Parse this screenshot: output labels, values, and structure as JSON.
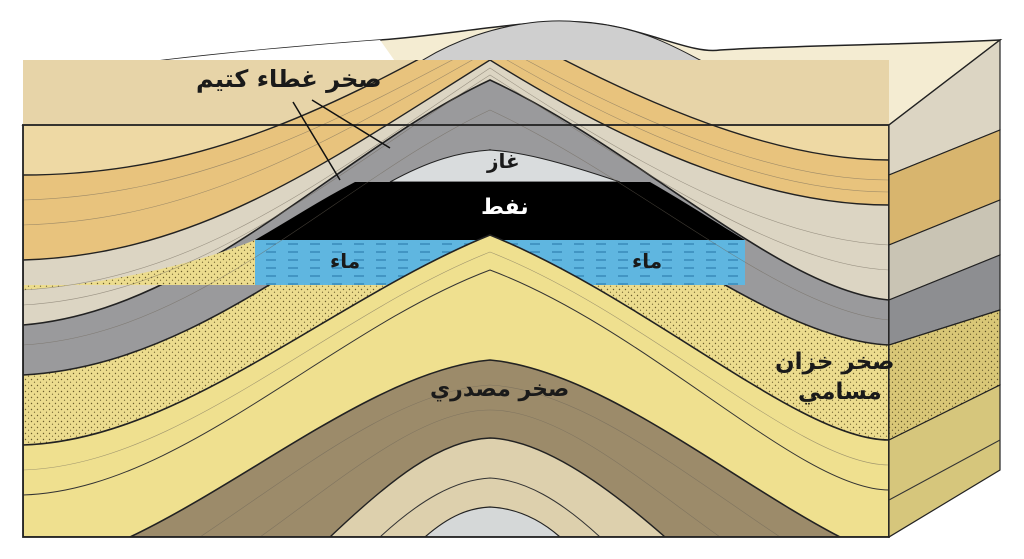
{
  "diagram": {
    "type": "geologic-cross-section",
    "subject": "anticline oil trap",
    "colors": {
      "cap_rock": "#9a9a9c",
      "gas": "#d9dcdd",
      "oil": "#000000",
      "water": "#5fb6e0",
      "reservoir_sand": "#ead98a",
      "source_rock": "#9c8b6a",
      "upper_tan": "#e8c37d",
      "upper_beige": "#dcd5c3",
      "surface": "#f4ecd2"
    },
    "labels": {
      "cap_rock": "صخر غطاء كتيم",
      "gas": "غاز",
      "oil": "نفط",
      "water_left": "ماء",
      "water_right": "ماء",
      "source_rock": "صخر مصدري",
      "reservoir_rock_line1": "صخر خزان",
      "reservoir_rock_line2": "مسامي"
    }
  }
}
